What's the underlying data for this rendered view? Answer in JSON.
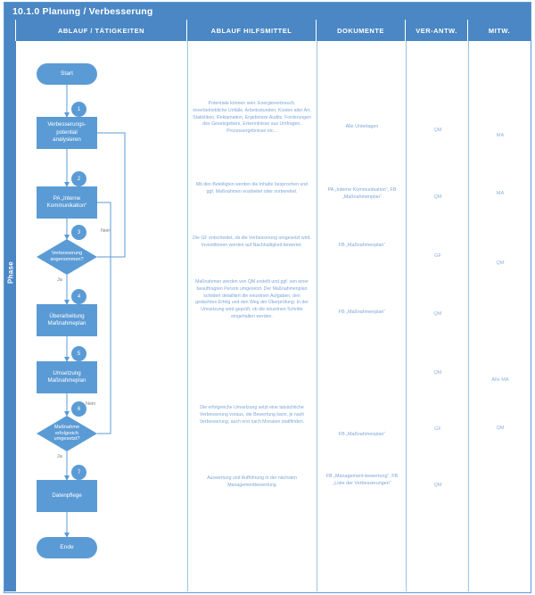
{
  "document": {
    "title": "10.1.0 Planung / Verbesserung",
    "phase_label": "Phase"
  },
  "colors": {
    "header_blue": "#4a87c4",
    "shape_blue": "#5b9bd5",
    "grid_blue": "#9dc3e6",
    "text_blue": "#7da7d9",
    "connector_gray": "#7f7f7f"
  },
  "columns": [
    {
      "key": "ablauf",
      "label": "ABLAUF / TÄTIGKEITEN"
    },
    {
      "key": "hilfsmittel",
      "label": "ABLAUF HILFSMITTEL"
    },
    {
      "key": "dokumente",
      "label": "DOKUMENTE"
    },
    {
      "key": "verantw",
      "label": "VER-ANTW."
    },
    {
      "key": "mitw",
      "label": "MITW."
    }
  ],
  "flow": {
    "start_label": "Start",
    "end_label": "Ende",
    "nodes": [
      {
        "step": "1",
        "label": "Verbesserungs-\npotential\nanalysieren",
        "type": "process"
      },
      {
        "step": "2",
        "label": "PA „Interne\nKommunikation“",
        "type": "process"
      },
      {
        "step": "3",
        "label": "Verbesserung\nangenommen?",
        "type": "decision"
      },
      {
        "step": "4",
        "label": "Überarbeitung\nMaßnahmeplan",
        "type": "process"
      },
      {
        "step": "5",
        "label": "Umsetzung\nMaßnahmeplan",
        "type": "process"
      },
      {
        "step": "6",
        "label": "Maßnahme\nerfolgreich\numgesetzt?",
        "type": "decision"
      },
      {
        "step": "7",
        "label": "Datenpflege",
        "type": "process"
      }
    ],
    "edge_labels": {
      "nein_upper": "Nein",
      "ja_upper": "Ja",
      "nein_lower": "Nein",
      "ja_lower": "Ja"
    }
  },
  "rows": [
    {
      "hilfsmittel": "Potentiale können sein: Energieverbrauch, innerbetriebliche Unfälle, Arbeitsstunden, Kosten aller Art, Statistiken, Reklamation, Ergebnisse Audits, Forderungen des Gesetzgebers, Erkenntnisse aus Umfragen, Prozessergebnisse etc...",
      "dokumente": "Alle Unterlagen",
      "verantw": "QM",
      "mitw": "MA"
    },
    {
      "hilfsmittel": "Mit den Beteiligten werden die Inhalte besprochen und ggf. Maßnahmen erarbeitet oder vorbereitet.",
      "dokumente": "PA „Interne Kommunikation“, FB „Maßnahmenplan“",
      "verantw": "QM",
      "mitw": "MA"
    },
    {
      "hilfsmittel": "Die GF entscheidet, ob die Verbesserung umgesetzt wird. Investitionen werden auf Nachhaltigkeit bewertet.",
      "dokumente": "FB „Maßnahmenplan“",
      "verantw": "GF",
      "mitw": "QM"
    },
    {
      "hilfsmittel": "Maßnahmen werden von QM erstellt und ggf. von einer beauftragten Person umgesetzt. Der Maßnahmenplan schildert detailliert die einzelnen Aufgaben, den gedachten Erfolg und den Weg der Überprüfung. In der Umsetzung wird geprüft, ob die einzelnen Schritte eingehalten werden.",
      "dokumente": "FB „Maßnahmenplan“",
      "verantw": "QM",
      "mitw": ""
    },
    {
      "hilfsmittel": "",
      "dokumente": "",
      "verantw": "QM",
      "mitw": "Alle MA"
    },
    {
      "hilfsmittel": "Die erfolgreiche Umsetzung setzt eine tatsächliche Verbesserung voraus, die Bewertung kann, je nach Verbesserung, auch erst nach Monaten stattfinden.",
      "dokumente": "FB „Maßnahmenplan“",
      "verantw": "GF",
      "mitw": "QM"
    },
    {
      "hilfsmittel": "Auswertung und Aufführung in der nächsten Managementbewertung",
      "dokumente": "FB „Management-bewertung“, FB „Liste der Verbesserungen“",
      "verantw": "QM",
      "mitw": ""
    }
  ]
}
